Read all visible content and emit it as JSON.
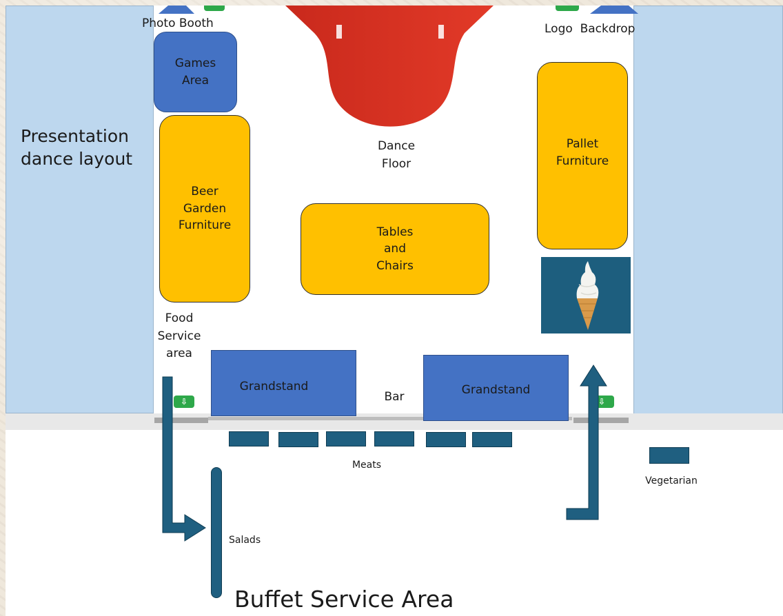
{
  "labels": {
    "presentation": "Presentation\ndance layout",
    "photo_booth": "Photo Booth",
    "logo_backdrop": "Logo  Backdrop",
    "games_area": "Games\nArea",
    "beer_garden": "Beer\nGarden\nFurniture",
    "dance_floor": "Dance\nFloor",
    "pallet_furniture": "Pallet\nFurniture",
    "tables_chairs": "Tables\nand\nChairs",
    "food_service": "Food\nService\narea",
    "grandstand_left": "Grandstand",
    "bar": "Bar",
    "grandstand_right": "Grandstand",
    "meats": "Meats",
    "vegetarian": "Vegetarian",
    "salads": "Salads",
    "buffet_area": "Buffet Service Area"
  },
  "colors": {
    "side_panel": "#bdd7ee",
    "furniture": "#ffc000",
    "zone_blue": "#4472c4",
    "stage_red": "#d42a1c",
    "arrow": "#1f5f80",
    "exit_green": "#2ea84a"
  },
  "icons": {
    "ice_cream": "ice-cream-icon",
    "exit": "exit-sign-icon",
    "arrow": "flow-arrow-icon"
  }
}
